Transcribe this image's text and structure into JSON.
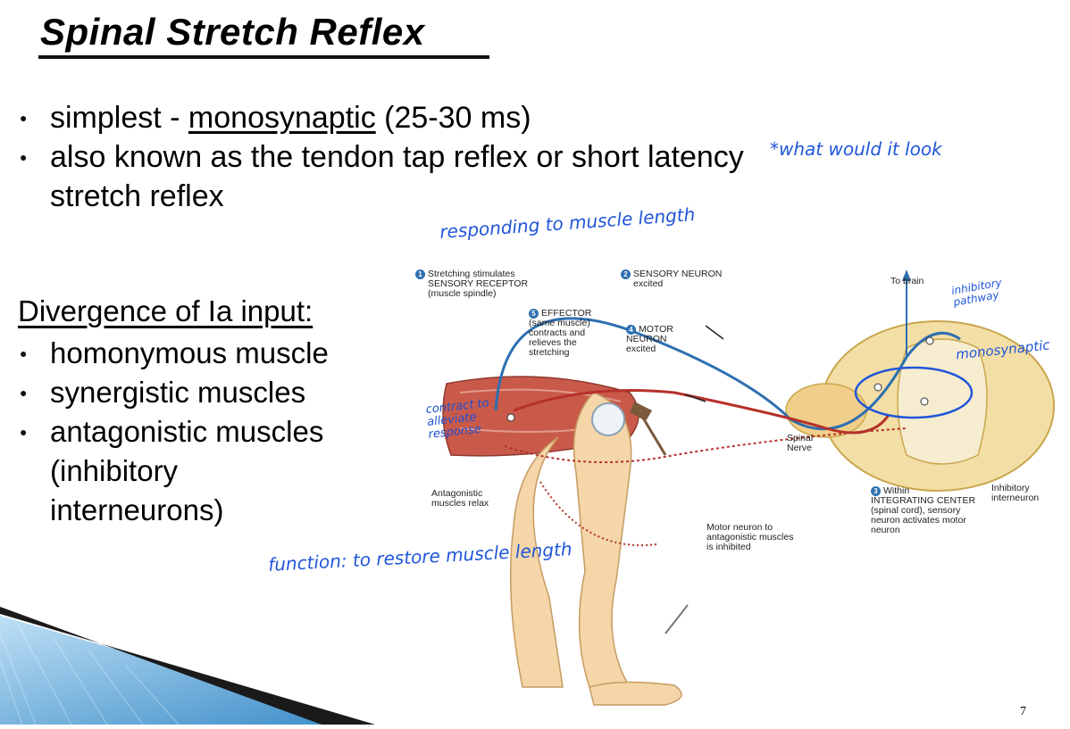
{
  "title": "Spinal Stretch Reflex",
  "bullets": {
    "b1_prefix": "simplest - ",
    "b1_link": "monosynaptic",
    "b1_suffix": " (25-30 ms)",
    "b2": "also known as the tendon tap reflex or short latency stretch reflex"
  },
  "divergence": {
    "heading": "Divergence of Ia input:",
    "items": [
      "homonymous muscle",
      "synergistic muscles",
      "antagonistic muscles"
    ],
    "sub1": "(inhibitory",
    "sub2": "interneurons)"
  },
  "handwritten": {
    "top_right": "*what would it look",
    "responding": "responding to muscle length",
    "inhibitory": "inhibitory pathway",
    "monosynaptic": "monosynaptic",
    "contract": "contract to alleviate response",
    "function": "function: to restore muscle length"
  },
  "diagram": {
    "step1_title": "Stretching stimulates",
    "step1_body": "SENSORY RECEPTOR",
    "step1_sub": "(muscle spindle)",
    "step2_title": "SENSORY NEURON",
    "step2_sub": "excited",
    "step3_title": "Within",
    "step3_body": "INTEGRATING CENTER (spinal cord), sensory neuron activates motor neuron",
    "step4_title": "MOTOR NEURON",
    "step4_sub": "excited",
    "step5_title": "EFFECTOR",
    "step5_body": "(same muscle) contracts and relieves the stretching",
    "to_brain": "To brain",
    "spinal_nerve": "Spinal Nerve",
    "antagonistic_relax": "Antagonistic muscles relax",
    "motor_neuron_antagonistic": "Motor neuron to antagonistic muscles is inhibited",
    "inhibitory_interneuron": "Inhibitory interneuron",
    "n1": "1",
    "n2": "2",
    "n3": "3",
    "n4": "4",
    "n5": "5"
  },
  "page_number": "7",
  "colors": {
    "accent_blue": "#2e6fb0",
    "handwriting": "#2056d8"
  }
}
